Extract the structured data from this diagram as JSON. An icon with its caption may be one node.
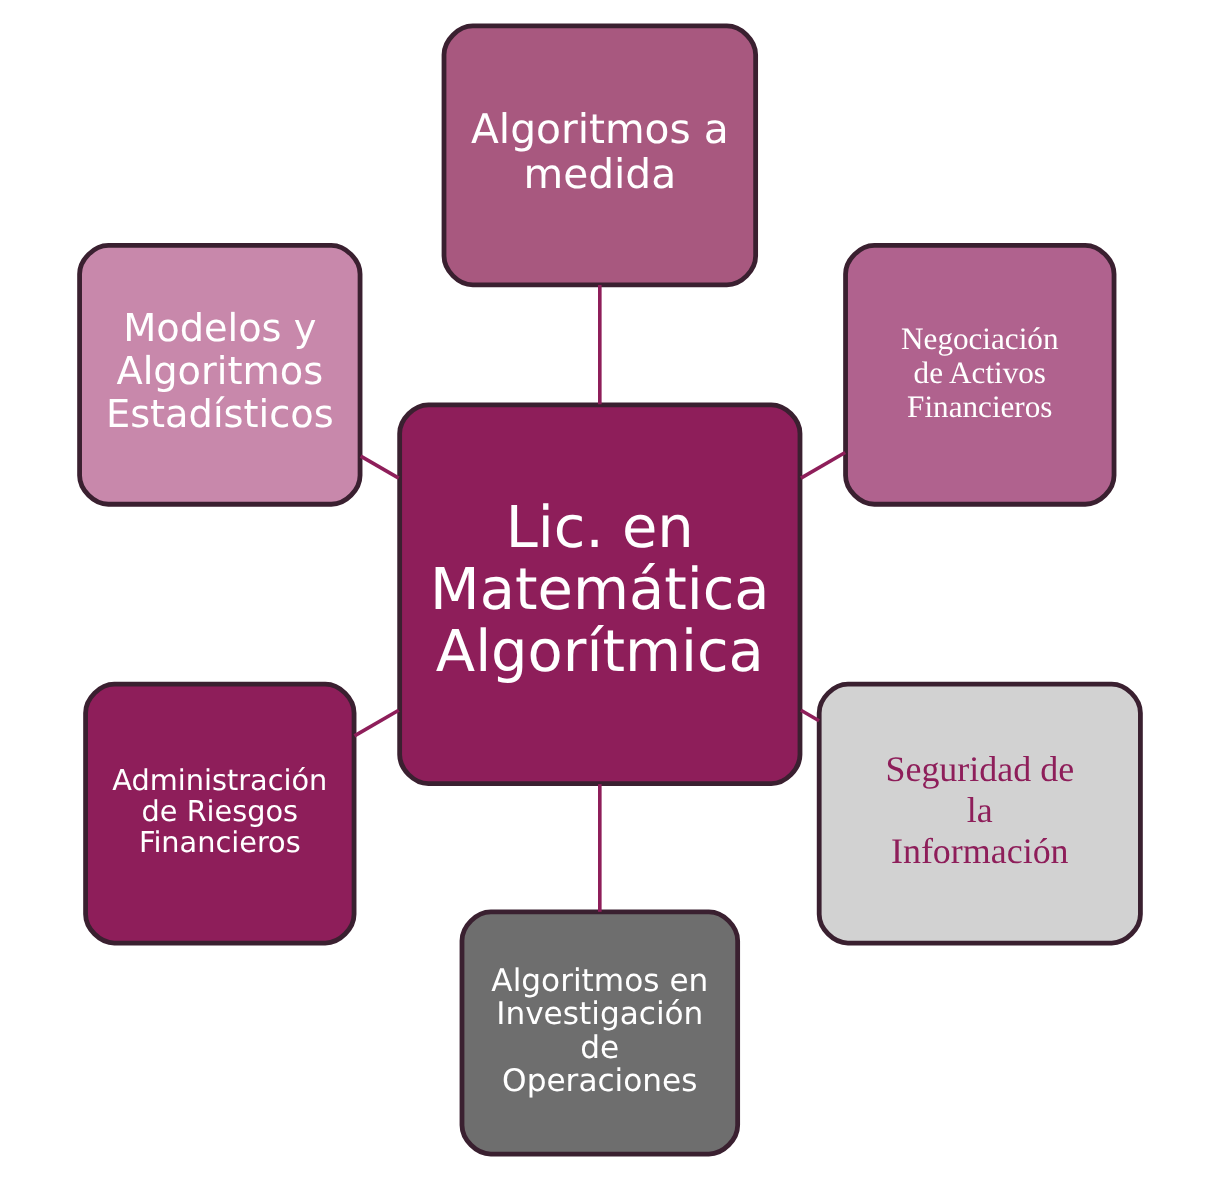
{
  "diagram": {
    "nodes": [
      {
        "text": [
          "Negociación de Activos Financieros"
        ]
      },
      {
        "text": [
          "Algoritmos a medida"
        ]
      },
      {
        "text": [
          "Modelos y Algoritmos Estadísticos"
        ]
      },
      {
        "text": [
          "Lic. en Matemática Algorítmica"
        ]
      },
      {
        "text": [
          "Administración de Riesgos Financieros"
        ]
      },
      {
        "text": [
          "Algoritmos en Investigación de Operaciones"
        ]
      },
      {
        "text": [
          "Seguridad de la Información"
        ]
      }
    ],
    "edges": [
      {
        "from": 3,
        "to": 0,
        "arrow": "none"
      },
      {
        "from": 3,
        "to": 1,
        "arrow": "none"
      },
      {
        "from": 3,
        "to": 2,
        "arrow": "none"
      },
      {
        "from": 3,
        "to": 4,
        "arrow": "none"
      },
      {
        "from": 3,
        "to": 5,
        "arrow": "none"
      },
      {
        "from": 3,
        "to": 6,
        "arrow": "none"
      }
    ]
  }
}
